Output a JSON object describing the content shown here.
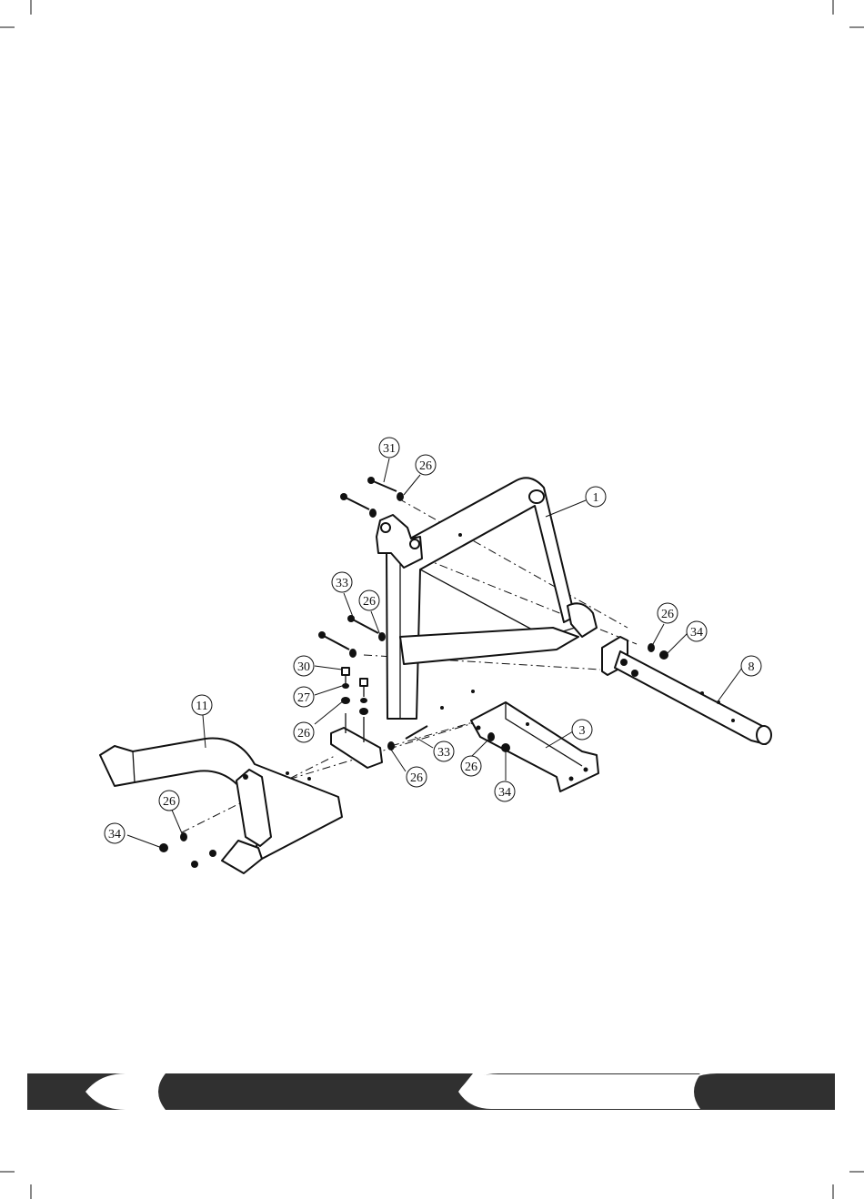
{
  "diagram": {
    "callouts": [
      {
        "id": "c31a",
        "label": "31"
      },
      {
        "id": "c26a",
        "label": "26"
      },
      {
        "id": "c1",
        "label": "1"
      },
      {
        "id": "c33a",
        "label": "33"
      },
      {
        "id": "c26b",
        "label": "26"
      },
      {
        "id": "c26c",
        "label": "26"
      },
      {
        "id": "c34a",
        "label": "34"
      },
      {
        "id": "c8",
        "label": "8"
      },
      {
        "id": "c30",
        "label": "30"
      },
      {
        "id": "c27",
        "label": "27"
      },
      {
        "id": "c26d",
        "label": "26"
      },
      {
        "id": "c11",
        "label": "11"
      },
      {
        "id": "c3",
        "label": "3"
      },
      {
        "id": "c33b",
        "label": "33"
      },
      {
        "id": "c26e",
        "label": "26"
      },
      {
        "id": "c34b",
        "label": "34"
      },
      {
        "id": "c26f",
        "label": "26"
      },
      {
        "id": "c34c",
        "label": "34"
      },
      {
        "id": "c26g",
        "label": "26"
      }
    ]
  },
  "footer": {
    "bar_color": "#303030"
  }
}
